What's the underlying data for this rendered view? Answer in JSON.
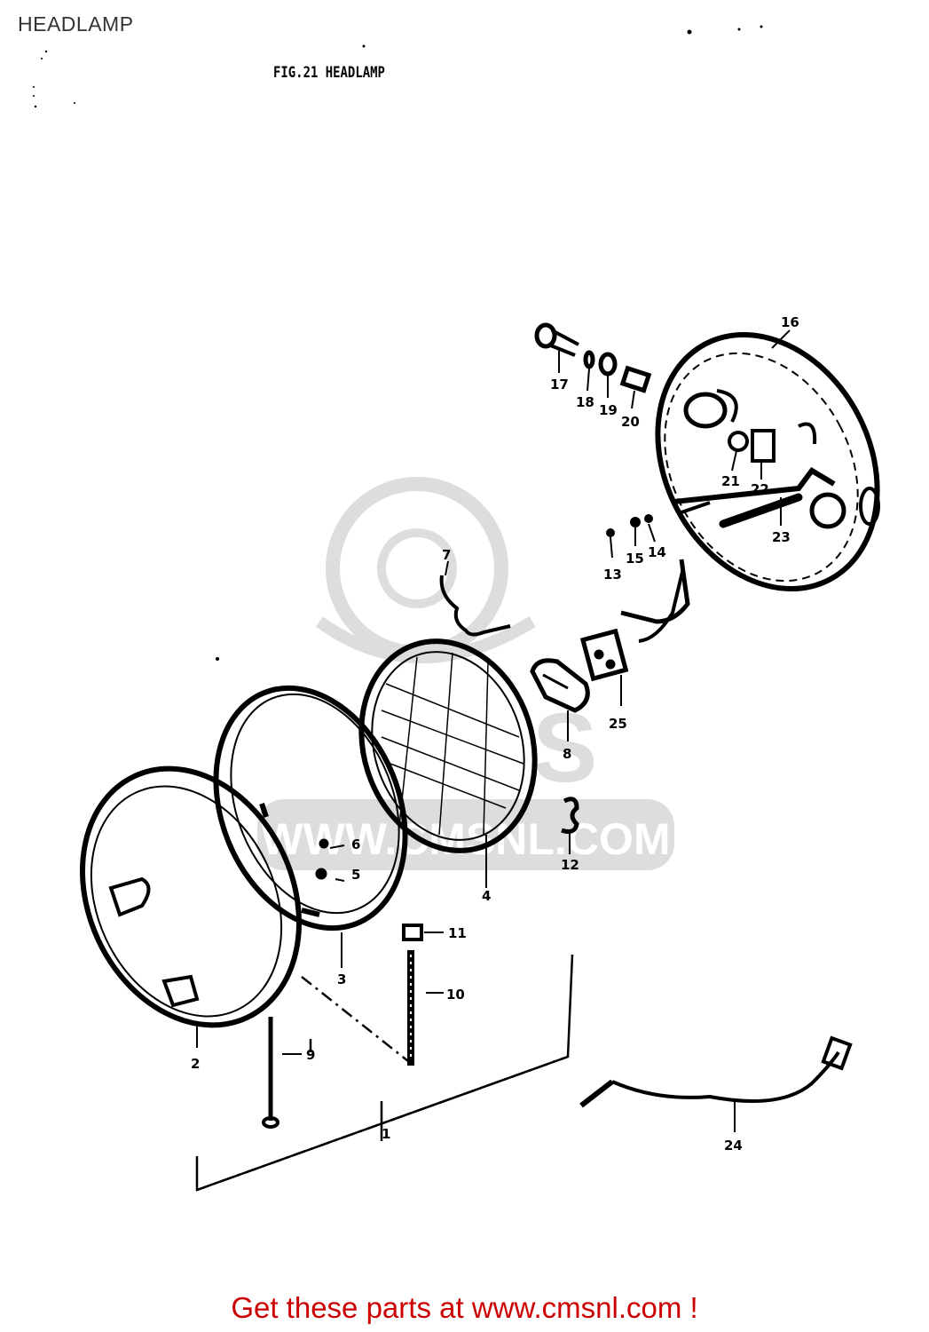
{
  "page": {
    "title": "HEADLAMP"
  },
  "figure": {
    "caption": "FIG.21 HEADLAMP"
  },
  "labels": {
    "p1": "1",
    "p2": "2",
    "p3": "3",
    "p4": "4",
    "p5": "5",
    "p6": "6",
    "p7": "7",
    "p8": "8",
    "p9": "9",
    "p10": "10",
    "p11": "11",
    "p12": "12",
    "p13": "13",
    "p14": "14",
    "p15": "15",
    "p16": "16",
    "p17": "17",
    "p18": "18",
    "p19": "19",
    "p20": "20",
    "p21": "21",
    "p22": "22",
    "p23": "23",
    "p24": "24",
    "p25": "25"
  },
  "watermark": {
    "text": "WWW.CMSNL.COM"
  },
  "footer": {
    "text": "Get these parts at www.cmsnl.com !"
  }
}
